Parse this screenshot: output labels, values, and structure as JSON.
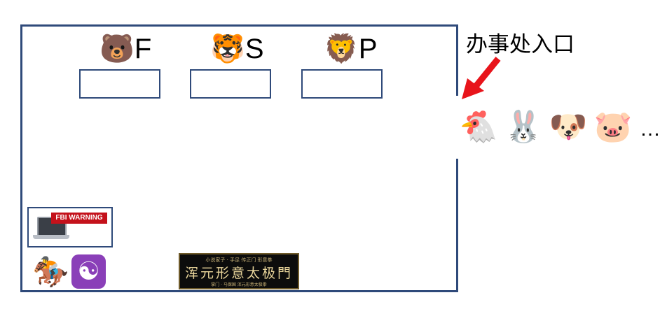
{
  "stations": [
    {
      "icon": "🐻",
      "icon_name": "bear-face-icon",
      "label": "F"
    },
    {
      "icon": "🐯",
      "icon_name": "tiger-face-icon",
      "label": "S"
    },
    {
      "icon": "🦁",
      "icon_name": "lion-face-icon",
      "label": "P"
    }
  ],
  "entrance": {
    "label": "办事处入口",
    "arrow_color": "#e8141b"
  },
  "queue": {
    "animals": [
      {
        "icon": "🐔",
        "icon_name": "chicken-icon"
      },
      {
        "icon": "🐰",
        "icon_name": "rabbit-face-icon"
      },
      {
        "icon": "🐶",
        "icon_name": "dog-face-icon"
      },
      {
        "icon": "🐷",
        "icon_name": "pig-face-icon"
      }
    ],
    "ellipsis": "…"
  },
  "fbi_warning": {
    "banner_text": "FBI WARNING"
  },
  "bottom_icons": {
    "horse": "🏇",
    "yinyang": "☯"
  },
  "plaque": {
    "top_text": "小说家子 · 手足 传正门 形意拳",
    "main_text": "浑元形意太极門",
    "bottom_text": "掌门 · 马保国  浑元形意太极拳"
  },
  "colors": {
    "room_border": "#2f4a7a",
    "fbi_red": "#c4111b"
  }
}
